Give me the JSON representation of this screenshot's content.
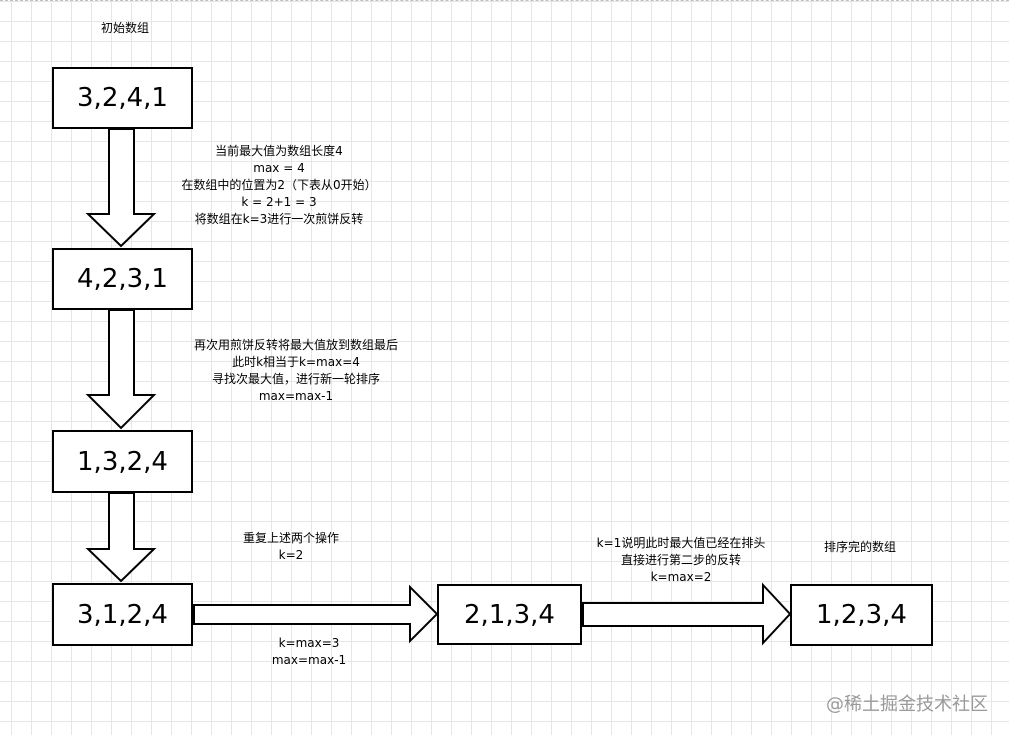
{
  "labels": {
    "initial_title": "初始数组",
    "note1": [
      "当前最大值为数组长度4",
      "max = 4",
      "在数组中的位置为2（下表从0开始）",
      "k = 2+1 = 3",
      "将数组在k=3进行一次煎饼反转"
    ],
    "note2": [
      "再次用煎饼反转将最大值放到数组最后",
      "此时k相当于k=max=4",
      "寻找次最大值，进行新一轮排序",
      "max=max-1"
    ],
    "note3": [
      "重复上述两个操作",
      "k=2"
    ],
    "note4": [
      "k=max=3",
      "max=max-1"
    ],
    "note5": [
      "k=1说明此时最大值已经在排头",
      "直接进行第二步的反转",
      "k=max=2"
    ],
    "sorted_title": "排序完的数组"
  },
  "boxes": {
    "b1": "3,2,4,1",
    "b2": "4,2,3,1",
    "b3": "1,3,2,4",
    "b4": "3,1,2,4",
    "b5": "2,1,3,4",
    "b6": "1,2,3,4"
  },
  "watermark": "@稀土掘金技术社区"
}
